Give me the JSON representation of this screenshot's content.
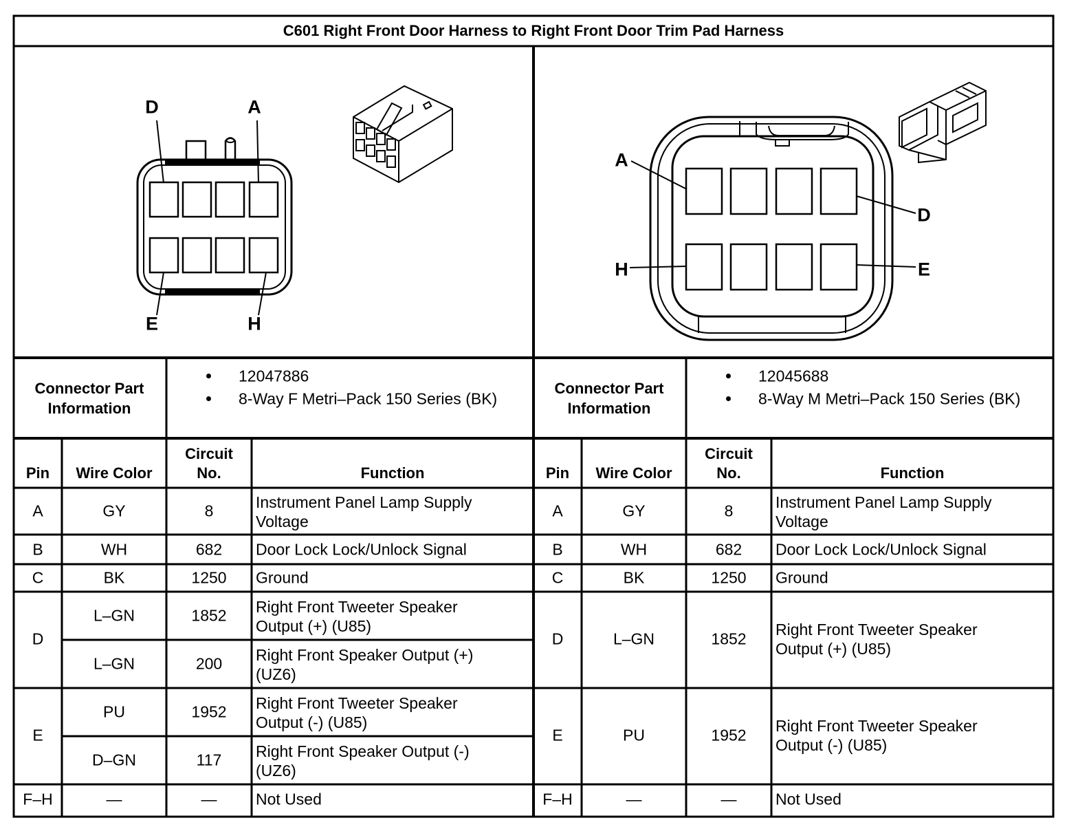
{
  "title": "C601 Right Front Door Harness to Right Front Door Trim Pad Harness",
  "left": {
    "pin_labels": {
      "top_left": "D",
      "top_right": "A",
      "bottom_left": "E",
      "bottom_right": "H"
    },
    "connector_info_label_1": "Connector Part",
    "connector_info_label_2": "Information",
    "part_number": "12047886",
    "part_desc": "8-Way F Metri–Pack 150 Series (BK)"
  },
  "right": {
    "pin_labels": {
      "top_left": "A",
      "top_right": "D",
      "bottom_left": "H",
      "bottom_right": "E"
    },
    "connector_info_label_1": "Connector Part",
    "connector_info_label_2": "Information",
    "part_number": "12045688",
    "part_desc": "8-Way M Metri–Pack 150 Series (BK)"
  },
  "headers": {
    "pin": "Pin",
    "wire_color": "Wire Color",
    "circuit_1": "Circuit",
    "circuit_2": "No.",
    "function": "Function"
  },
  "left_rows": {
    "a": {
      "pin": "A",
      "color": "GY",
      "circuit": "8",
      "func_1": "Instrument Panel Lamp Supply",
      "func_2": "Voltage"
    },
    "b": {
      "pin": "B",
      "color": "WH",
      "circuit": "682",
      "func_1": "Door Lock Lock/Unlock Signal"
    },
    "c": {
      "pin": "C",
      "color": "BK",
      "circuit": "1250",
      "func_1": "Ground"
    },
    "d": {
      "pin": "D",
      "r1": {
        "color": "L–GN",
        "circuit": "1852",
        "func_1": "Right Front Tweeter Speaker",
        "func_2": "Output (+) (U85)"
      },
      "r2": {
        "color": "L–GN",
        "circuit": "200",
        "func_1": "Right Front Speaker Output (+)",
        "func_2": "(UZ6)"
      }
    },
    "e": {
      "pin": "E",
      "r1": {
        "color": "PU",
        "circuit": "1952",
        "func_1": "Right Front Tweeter Speaker",
        "func_2": "Output (-) (U85)"
      },
      "r2": {
        "color": "D–GN",
        "circuit": "117",
        "func_1": "Right Front Speaker Output (-)",
        "func_2": "(UZ6)"
      }
    },
    "fh": {
      "pin": "F–H",
      "color": "—",
      "circuit": "—",
      "func_1": "Not Used"
    }
  },
  "right_rows": {
    "a": {
      "pin": "A",
      "color": "GY",
      "circuit": "8",
      "func_1": "Instrument Panel Lamp Supply",
      "func_2": "Voltage"
    },
    "b": {
      "pin": "B",
      "color": "WH",
      "circuit": "682",
      "func_1": "Door Lock Lock/Unlock Signal"
    },
    "c": {
      "pin": "C",
      "color": "BK",
      "circuit": "1250",
      "func_1": "Ground"
    },
    "d": {
      "pin": "D",
      "color": "L–GN",
      "circuit": "1852",
      "func_1": "Right Front Tweeter Speaker",
      "func_2": "Output (+) (U85)"
    },
    "e": {
      "pin": "E",
      "color": "PU",
      "circuit": "1952",
      "func_1": "Right Front Tweeter Speaker",
      "func_2": "Output (-) (U85)"
    },
    "fh": {
      "pin": "F–H",
      "color": "—",
      "circuit": "—",
      "func_1": "Not Used"
    }
  }
}
